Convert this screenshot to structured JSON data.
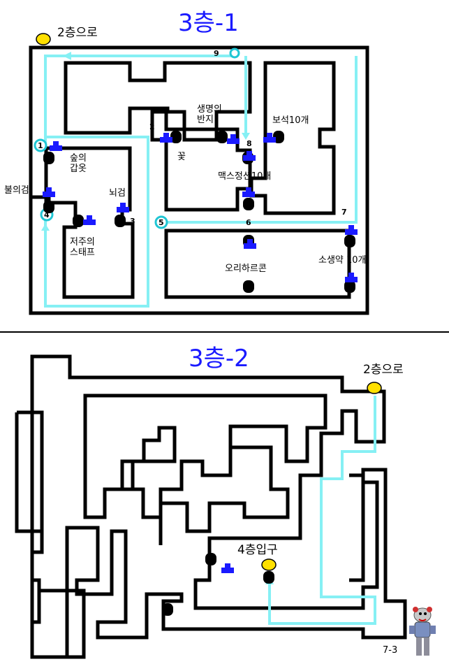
{
  "colors": {
    "wall": "#000000",
    "route": "#86f0f4",
    "chest": "#1a1aff",
    "title": "#1a1aff",
    "stair": "#ffe000"
  },
  "floor1": {
    "title": "3층-1",
    "stairs_label": "2층으로",
    "items": {
      "forest_armor": "숲의\n갑옷",
      "life_ring": "생명의\n반지",
      "gems": "보석10개",
      "flower": "꽃",
      "max_potion": "맥스정션10개",
      "fire_sword": "불의검",
      "thunder_sword": "뇌검",
      "cursed_staff": "저주의\n스태프",
      "orichalcum": "오리하르콘",
      "revive_potion": "소생약 10개"
    },
    "route_markers": {
      "m1": "1",
      "m2": "2",
      "m3": "3",
      "m4": "4",
      "m5": "5",
      "m6": "6",
      "m7": "7",
      "m8": "8",
      "m9": "9"
    }
  },
  "floor2": {
    "title": "3층-2",
    "stairs_label": "2층으로",
    "exit_label": "4층입구"
  },
  "page_number": "7-3"
}
